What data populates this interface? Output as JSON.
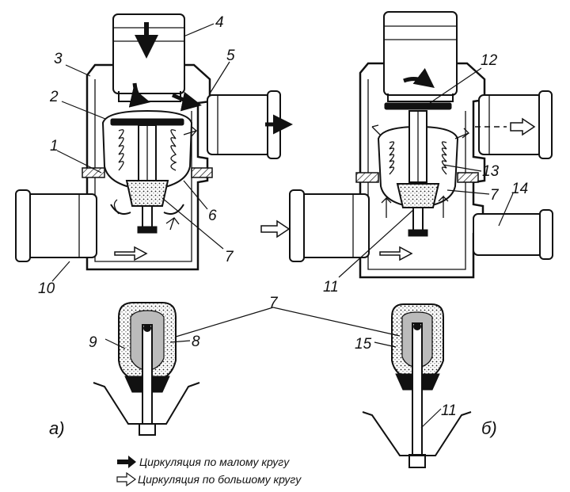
{
  "callouts": {
    "left": [
      {
        "id": "c1",
        "text": "1"
      },
      {
        "id": "c2",
        "text": "2"
      },
      {
        "id": "c3",
        "text": "3"
      },
      {
        "id": "c4",
        "text": "4"
      },
      {
        "id": "c5",
        "text": "5"
      },
      {
        "id": "c6",
        "text": "6"
      },
      {
        "id": "c7",
        "text": "7"
      },
      {
        "id": "c10",
        "text": "10"
      }
    ],
    "right": [
      {
        "id": "c12",
        "text": "12"
      },
      {
        "id": "c13",
        "text": "13"
      },
      {
        "id": "c7r",
        "text": "7"
      },
      {
        "id": "c14",
        "text": "14"
      },
      {
        "id": "c11",
        "text": "11"
      }
    ],
    "bottom": [
      {
        "id": "c7b",
        "text": "7"
      },
      {
        "id": "c9",
        "text": "9"
      },
      {
        "id": "c8",
        "text": "8"
      },
      {
        "id": "c15",
        "text": "15"
      },
      {
        "id": "c11b",
        "text": "11"
      }
    ]
  },
  "sublabels": {
    "a": "а)",
    "b": "б)"
  },
  "legend": {
    "small_circle": "Циркуляция по малому кругу",
    "large_circle": "Циркуляция по большому кругу"
  }
}
